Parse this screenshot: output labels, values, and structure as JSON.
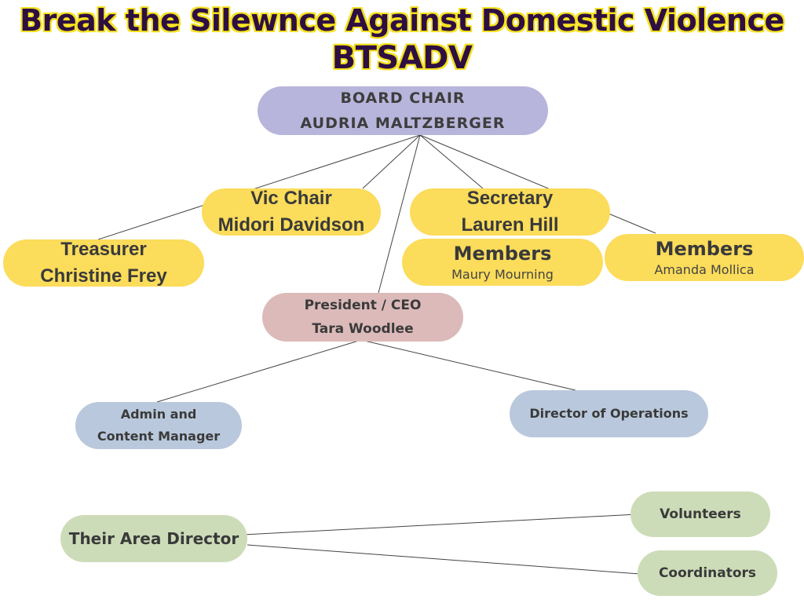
{
  "header": {
    "title": "Break the Silewnce Against Domestic Violence",
    "acronym": "BTSADV"
  },
  "chart": {
    "board_chair": {
      "role": "BOARD CHAIR",
      "name": "AUDRIA MALTZBERGER"
    },
    "vice_chair": {
      "role": "Vic Chair",
      "name": "Midori Davidson"
    },
    "secretary": {
      "role": "Secretary",
      "name": "Lauren Hill"
    },
    "treasurer": {
      "role": "Treasurer",
      "name": "Christine Frey"
    },
    "members_1": {
      "role": "Members",
      "name": "Maury Mourning"
    },
    "members_2": {
      "role": "Members",
      "name": "Amanda Mollica"
    },
    "president": {
      "role": "President / CEO",
      "name": "Tara Woodlee"
    },
    "admin": {
      "line1": "Admin  and",
      "line2": "Content Manager"
    },
    "director_ops": {
      "label": "Director of Operations"
    },
    "area_director": {
      "label": "Their Area Director"
    },
    "volunteers": {
      "label": "Volunteers"
    },
    "coordinators": {
      "label": "Coordinators"
    }
  },
  "colors": {
    "board": "#b8b5dc",
    "board_members": "#fbdc5b",
    "executive": "#dcbaba",
    "staff": "#b9c8dc",
    "field": "#cddcb8",
    "title_text": "#2e0f42",
    "title_outline": "#f4e11e"
  }
}
